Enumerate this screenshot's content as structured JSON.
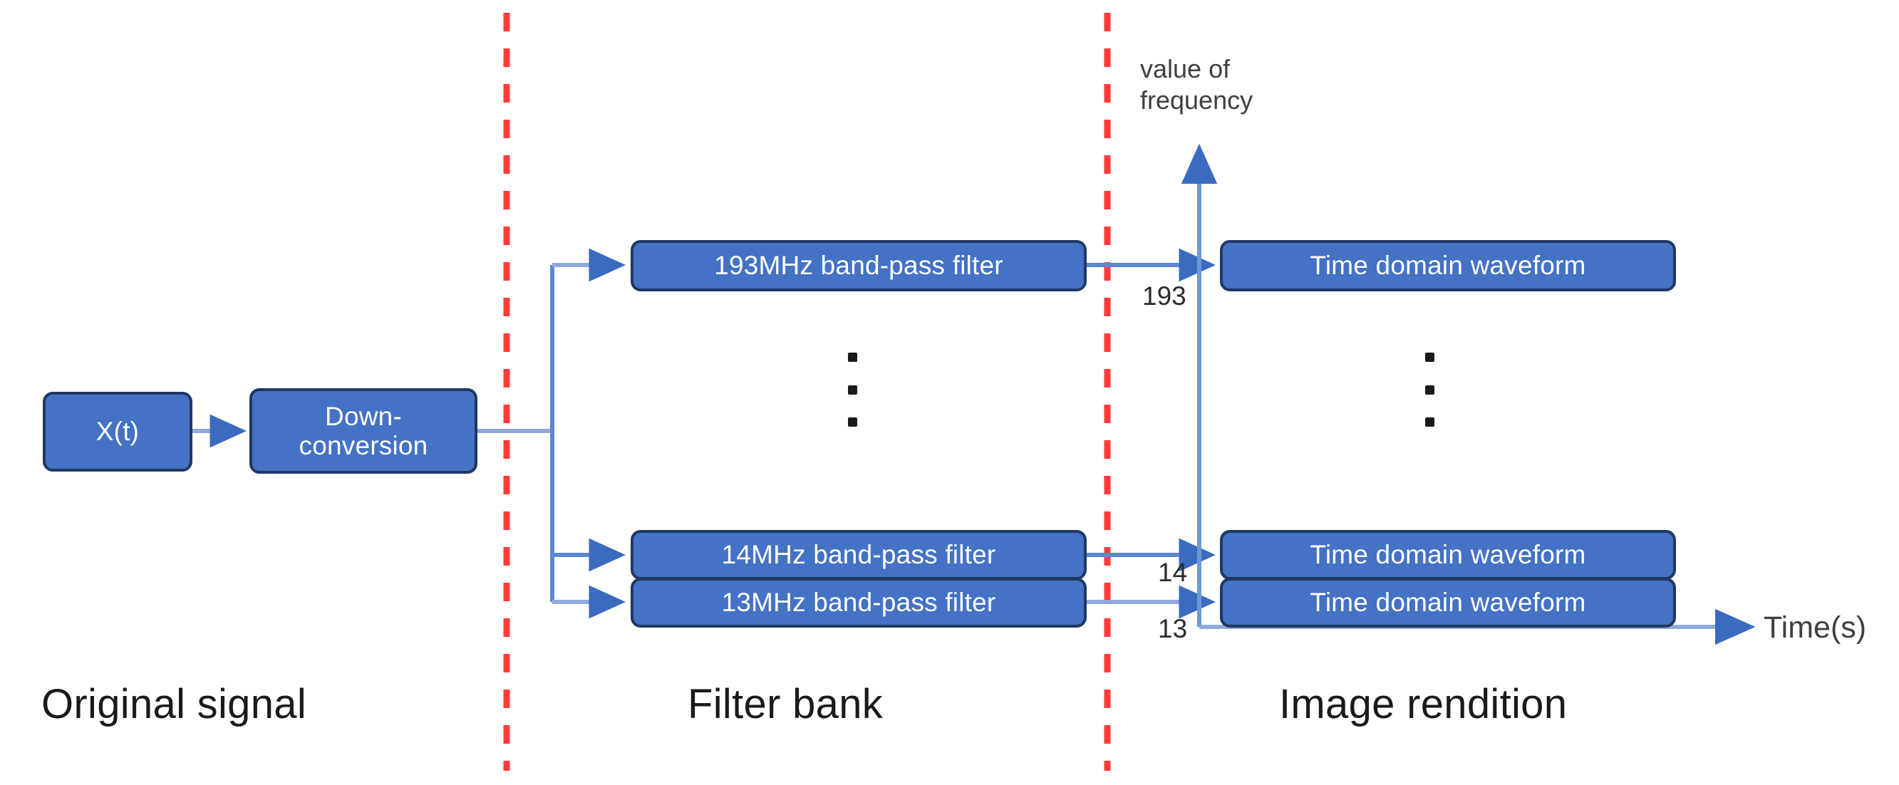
{
  "diagram": {
    "title_sections": [
      {
        "id": "original-signal",
        "label": "Original signal"
      },
      {
        "id": "filter-bank",
        "label": "Filter bank"
      },
      {
        "id": "image-rendition",
        "label": "Image rendition"
      }
    ],
    "nodes": {
      "input": {
        "label": "X(t)"
      },
      "downconversion": {
        "label": "Down-\nconversion"
      },
      "filters": [
        {
          "id": "filter-193",
          "label": "193MHz band-pass filter",
          "frequency": "193"
        },
        {
          "id": "filter-14",
          "label": "14MHz band-pass filter",
          "frequency": "14"
        },
        {
          "id": "filter-13",
          "label": "13MHz band-pass filter",
          "frequency": "13"
        }
      ],
      "waveforms": [
        {
          "id": "waveform-193",
          "label": "Time domain waveform"
        },
        {
          "id": "waveform-14",
          "label": "Time domain waveform"
        },
        {
          "id": "waveform-13",
          "label": "Time domain waveform"
        }
      ]
    },
    "axes": {
      "y_label": "value of\nfrequency",
      "x_label": "Time(s)",
      "tick_labels": [
        "193",
        "14",
        "13"
      ]
    },
    "ellipsis_marks": [
      {
        "id": "filter-bank-ellipsis"
      },
      {
        "id": "image-rendition-ellipsis"
      }
    ],
    "colors": {
      "node_fill": "#4472C4",
      "node_border": "#1F3864",
      "node_text": "#FFFFFF",
      "divider_dashed": "#FF3B3B",
      "connector_light": "#8FAADC",
      "connector_dark": "#4472C4",
      "label_text": "#1A1A1A"
    }
  }
}
